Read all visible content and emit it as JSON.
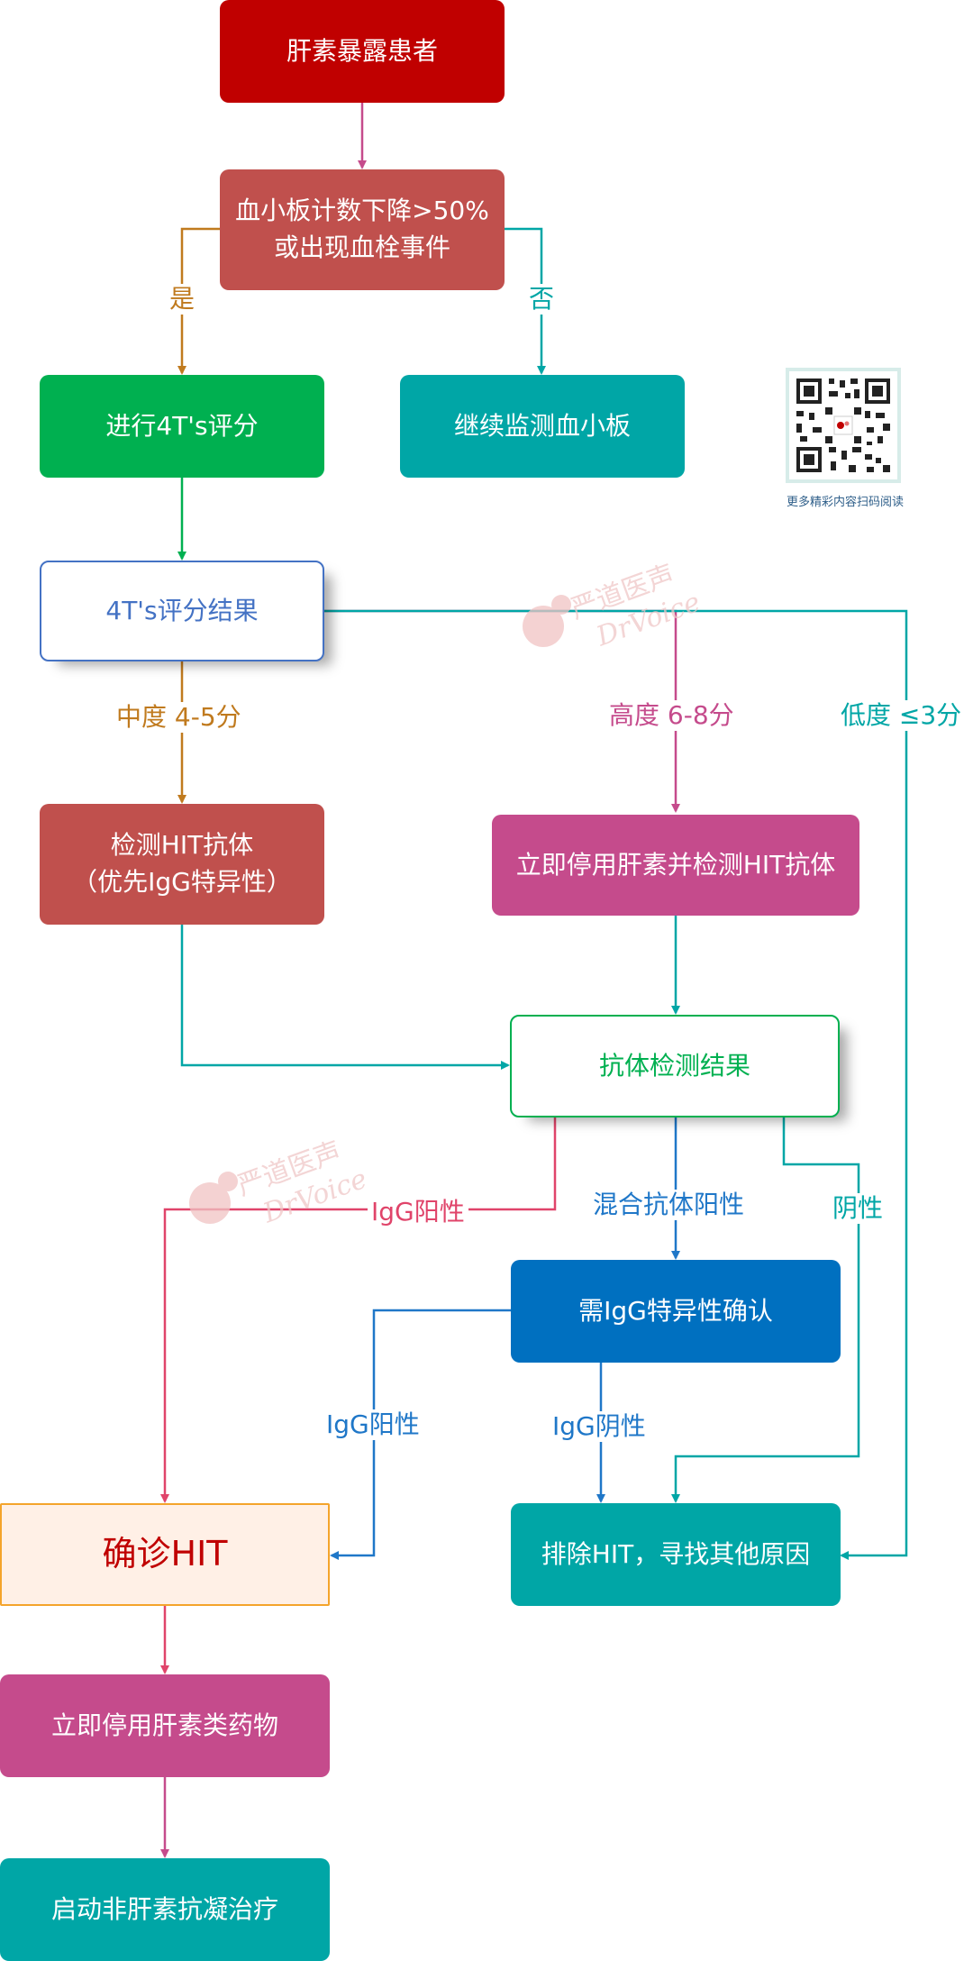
{
  "nodes": {
    "exposed": "肝素暴露患者",
    "drop_line1": "血小板计数下降>50%",
    "drop_line2": "或出现血栓事件",
    "score": "进行4T's评分",
    "monitor": "继续监测血小板",
    "result": "4T's评分结果",
    "test_line1": "检测HIT抗体",
    "test_line2": "（优先IgG特异性）",
    "stop_test": "立即停用肝素并检测HIT抗体",
    "antibody_result": "抗体检测结果",
    "igg_confirm": "需IgG特异性确认",
    "confirm_hit": "确诊HIT",
    "exclude_hit": "排除HIT，寻找其他原因",
    "stop_drugs": "立即停用肝素类药物",
    "start_therapy": "启动非肝素抗凝治疗"
  },
  "edge_labels": {
    "yes": "是",
    "no": "否",
    "moderate": "中度 4-5分",
    "high": "高度 6-8分",
    "low": "低度 ≤3分",
    "igg_positive_1": "IgG阳性",
    "mixed_positive": "混合抗体阳性",
    "negative": "阴性",
    "igg_positive_2": "IgG阳性",
    "igg_negative": "IgG阴性"
  },
  "qr_caption": "更多精彩内容扫码阅读",
  "watermark": {
    "cn": "严道医声",
    "en": "DrVoice"
  },
  "colors": {
    "dark_red": "#c00000",
    "brick": "#c0504d",
    "green": "#00b050",
    "teal": "#00a6a6",
    "magenta": "#c54b8c",
    "blue": "#0070c0",
    "orange_line": "#c07a1e",
    "pink_line": "#e0446a",
    "confirm_bg": "#fff0e6",
    "confirm_border": "#f4a42b"
  }
}
